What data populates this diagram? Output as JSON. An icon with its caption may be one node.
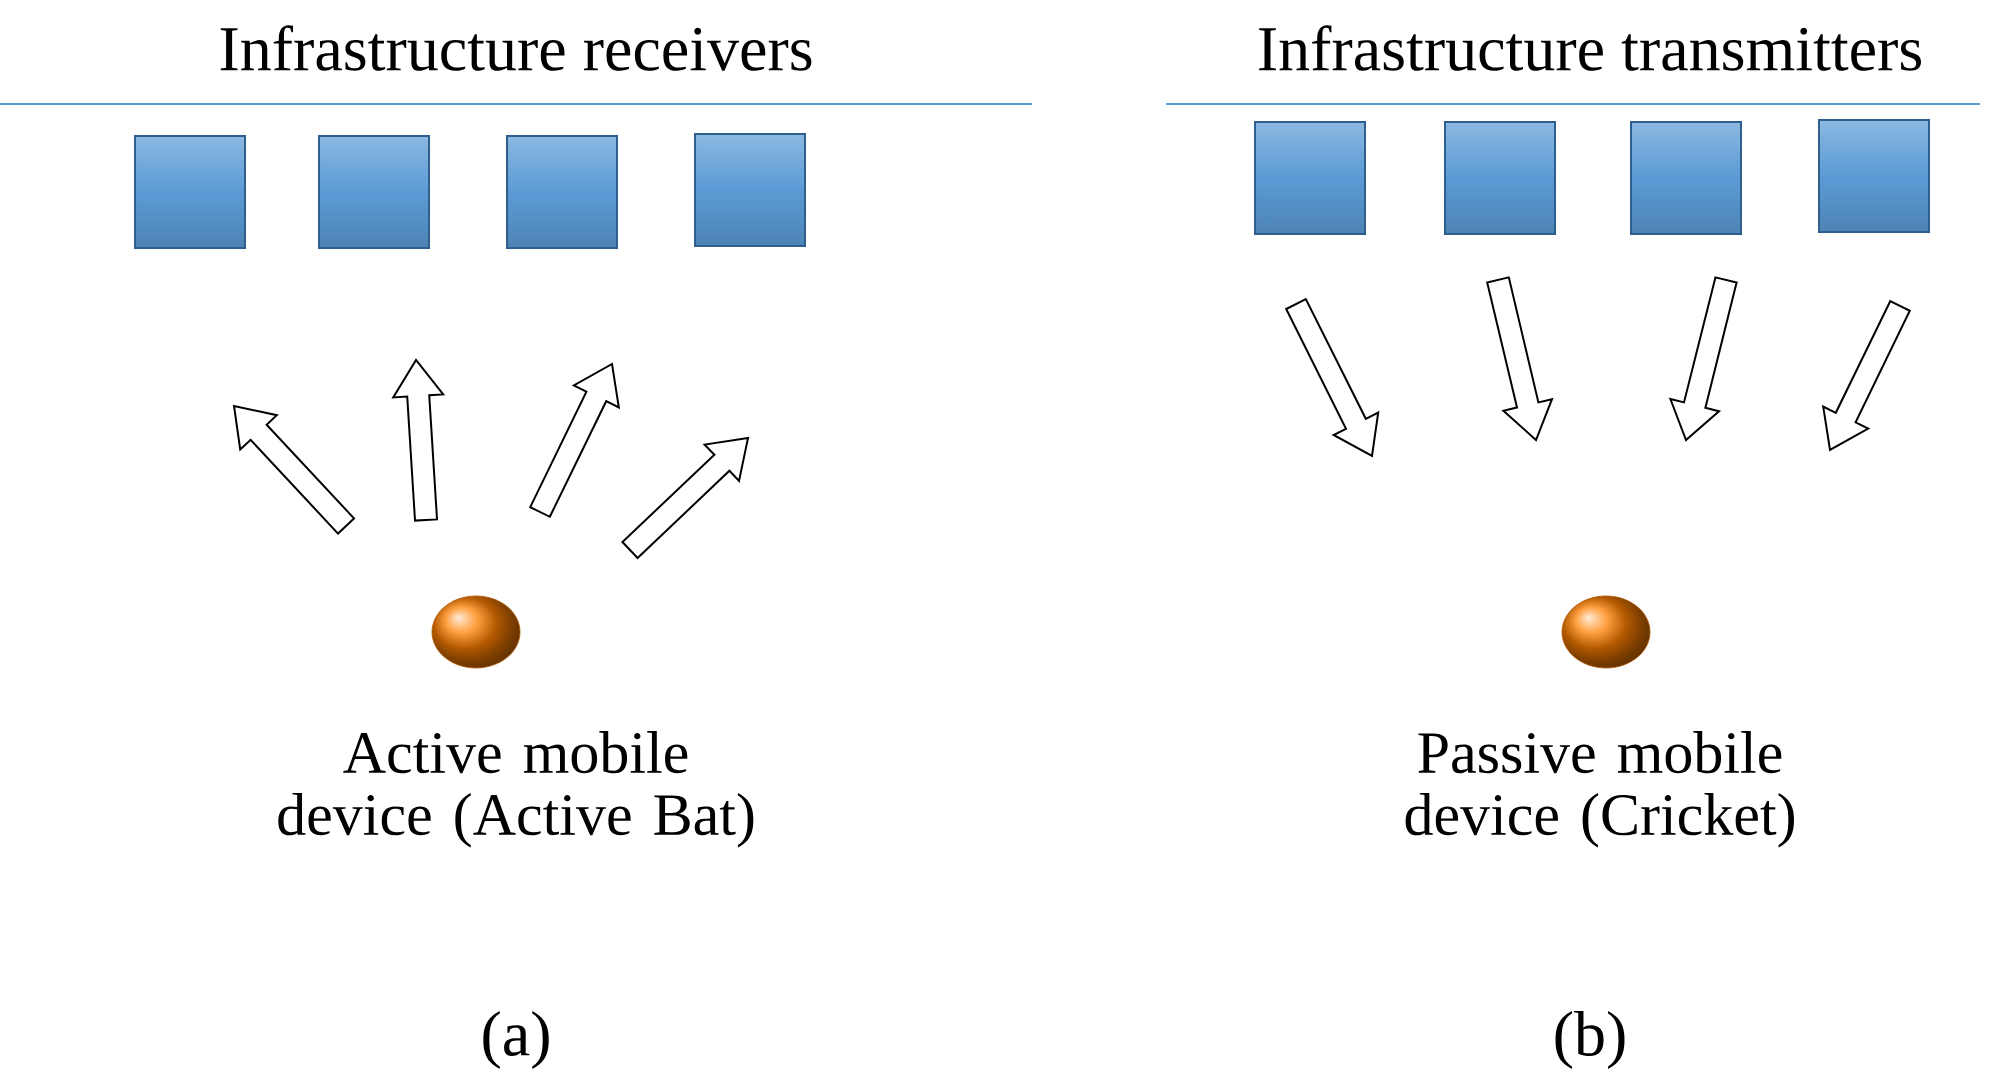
{
  "diagram": {
    "nodes": [
      {
        "text": [],
        "shape": "box"
      },
      {
        "text": [],
        "shape": "box"
      },
      {
        "text": [],
        "shape": "box"
      },
      {
        "text": [],
        "shape": "box"
      },
      {
        "text": [],
        "shape": "circle",
        "beside": [
          "Active mobile device (Active Bat)"
        ]
      },
      {
        "text": [],
        "shape": "box"
      },
      {
        "text": [],
        "shape": "box"
      },
      {
        "text": [],
        "shape": "box"
      },
      {
        "text": [],
        "shape": "box"
      },
      {
        "text": [],
        "shape": "circle",
        "beside": [
          "Passive mobile device (Cricket)"
        ]
      }
    ],
    "labels": [
      "Infrastructure receivers",
      "Infrastructure transmitters",
      "(a)",
      "(b)"
    ]
  }
}
